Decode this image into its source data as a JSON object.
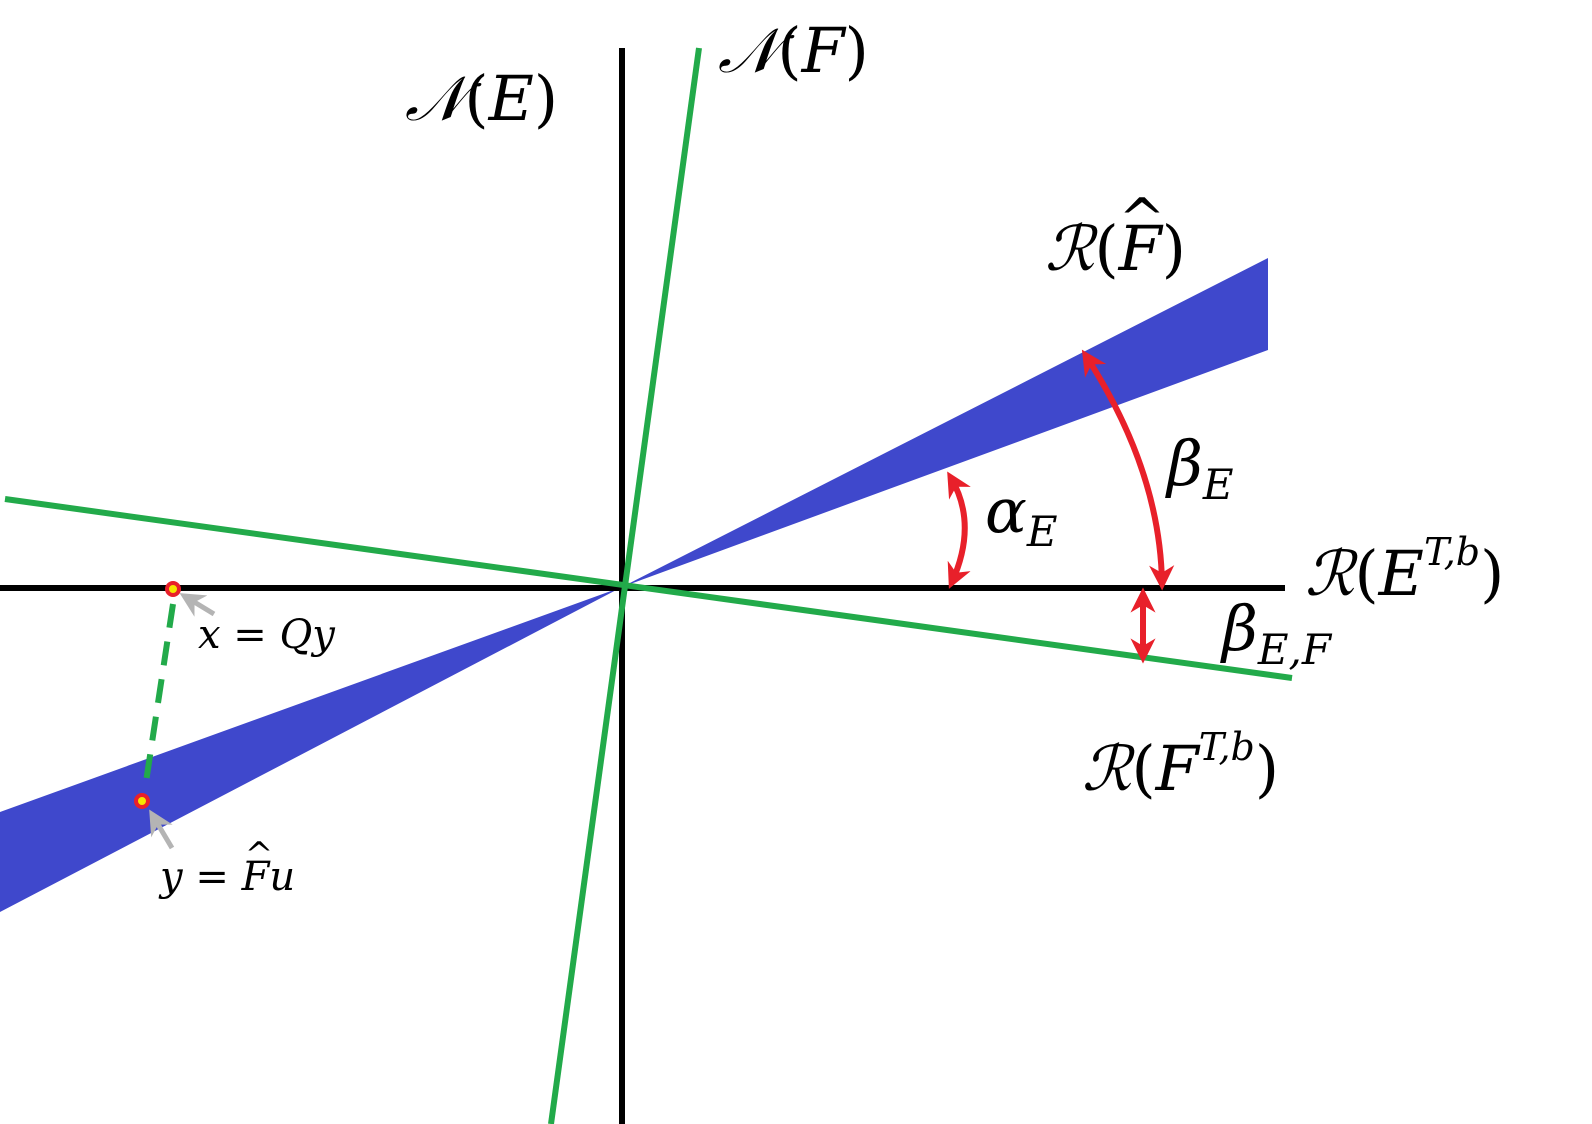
{
  "colors": {
    "axis": "#000000",
    "null_space_lines": "#22aa4a",
    "range_band": "#3f48cc",
    "angle_arrows": "#e8202a",
    "point_fill": "#f5e600",
    "point_ring": "#e8202a",
    "pointer_arrows": "#b4b4b4"
  },
  "labels": {
    "null_E": {
      "script": "𝒩",
      "open": "(",
      "var": "E",
      "close": ")"
    },
    "null_F": {
      "script": "𝒩",
      "open": "(",
      "var": "F",
      "close": ")"
    },
    "range_Fhat": {
      "script": "ℛ",
      "open": "(",
      "var": "F",
      "hat": "^",
      "close": ")"
    },
    "range_ETb": {
      "script": "ℛ",
      "open": "(",
      "var": "E",
      "sup": "T,b",
      "close": ")"
    },
    "range_FTb": {
      "script": "ℛ",
      "open": "(",
      "var": "F",
      "sup": "T,b",
      "close": ")"
    },
    "alpha_E": {
      "sym": "α",
      "sub": "E"
    },
    "beta_E": {
      "sym": "β",
      "sub": "E"
    },
    "beta_EF": {
      "sym": "β",
      "sub": "E,F"
    },
    "x_point": {
      "lhs": "x",
      "eq": " = ",
      "rhs": "Qy"
    },
    "y_point": {
      "lhs": "y",
      "eq": " = ",
      "rhs_var": "F",
      "hat": "^",
      "rhs_tail": "u"
    }
  },
  "icons": {
    "angle_arrow": "double-headed-arc-arrow",
    "pointer": "grey-pointer-arrow",
    "point_marker": "ring-dot-marker"
  }
}
